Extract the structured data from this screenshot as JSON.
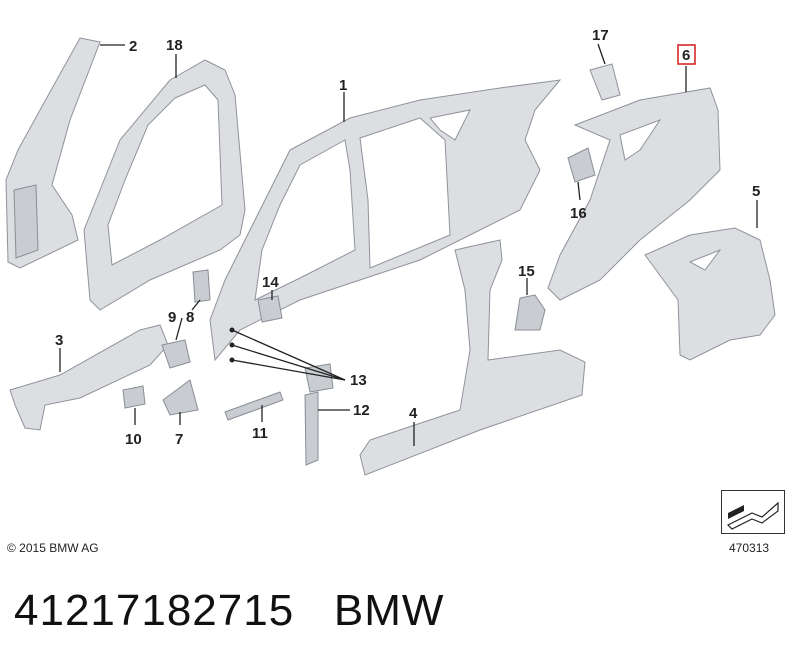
{
  "callouts": {
    "c1": "1",
    "c2": "2",
    "c3": "3",
    "c4": "4",
    "c5": "5",
    "c6": "6",
    "c7": "7",
    "c8": "8",
    "c9": "9",
    "c10": "10",
    "c11": "11",
    "c12": "12",
    "c13": "13",
    "c14": "14",
    "c15": "15",
    "c16": "16",
    "c17": "17",
    "c18": "18"
  },
  "highlighted_callout": "6",
  "footer": {
    "copyright": "© 2015 BMW AG",
    "reference": "470313",
    "part_number": "41217182715",
    "brand": "BMW"
  },
  "colors": {
    "highlight": "#d42a2a",
    "part_fill": "#dcdee2",
    "part_stroke": "#8f939a"
  }
}
